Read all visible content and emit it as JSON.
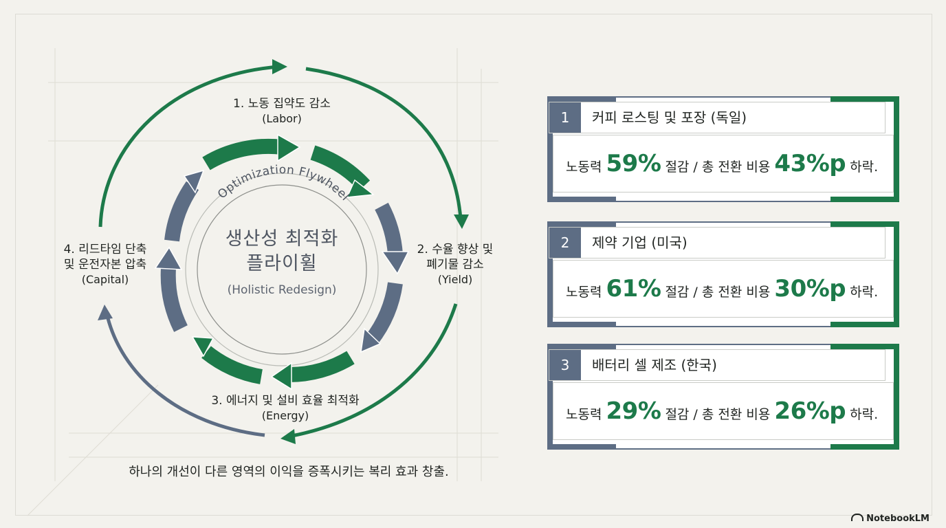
{
  "diagram": {
    "center_title_line1": "생산성 최적화",
    "center_title_line2": "플라이휠",
    "center_subtitle": "(Holistic Redesign)",
    "ring_label": "Optimization Flywheel",
    "stages": [
      {
        "title": "1. 노동 집약도 감소",
        "subtitle": "(Labor)"
      },
      {
        "title": "2. 수율 향상 및\n폐기물 감소",
        "line1": "2. 수율 향상 및",
        "line2": "폐기물 감소",
        "subtitle": "(Yield)"
      },
      {
        "title": "3. 에너지 및 설비 효율 최적화",
        "subtitle": "(Energy)"
      },
      {
        "title": "4. 리드타임 단축\n및 운전자본 압축",
        "line1": "4. 리드타임 단축",
        "line2": "및 운전자본 압축",
        "subtitle": "(Capital)"
      }
    ],
    "bottom_note": "하나의 개선이 다른 영역의 이익을 증폭시키는 복리 효과 창출.",
    "colors": {
      "green": "#1d7a4a",
      "slate": "#5d6d84"
    }
  },
  "cases": [
    {
      "number": "1",
      "title": "커피 로스팅 및 포장 (독일)",
      "label_labor": "노동력",
      "labor": "59%",
      "mid": "절감 / 총 전환 비용",
      "cost": "43%p",
      "suffix": "하락."
    },
    {
      "number": "2",
      "title": "제약 기업 (미국)",
      "label_labor": "노동력",
      "labor": "61%",
      "mid": "절감 / 총 전환 비용",
      "cost": "30%p",
      "suffix": "하락."
    },
    {
      "number": "3",
      "title": "배터리 셀 제조 (한국)",
      "label_labor": "노동력",
      "labor": "29%",
      "mid": "절감 / 총 전환 비용",
      "cost": "26%p",
      "suffix": "하락."
    }
  ],
  "brand": "NotebookLM"
}
